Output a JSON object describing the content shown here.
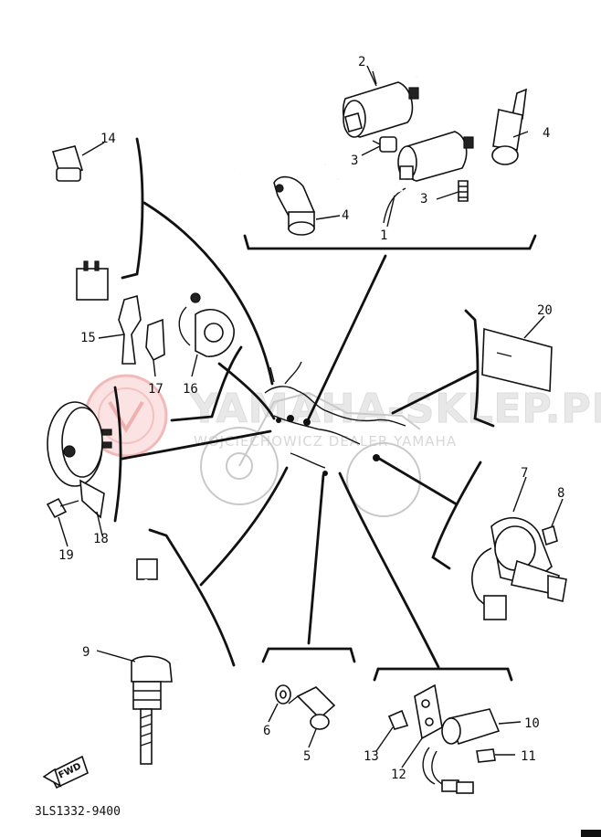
{
  "watermark": {
    "main": "YAMAHA-SKLEP.PL",
    "sub": "WOJCIECHOWICZ DEALER YAMAHA"
  },
  "drawing_code": "3LS1332-9400",
  "fwd_label": "FWD",
  "callouts": [
    "1",
    "2",
    "3",
    "3",
    "4",
    "4",
    "5",
    "6",
    "7",
    "8",
    "9",
    "10",
    "11",
    "12",
    "13",
    "14",
    "15",
    "16",
    "17",
    "18",
    "19",
    "20"
  ]
}
